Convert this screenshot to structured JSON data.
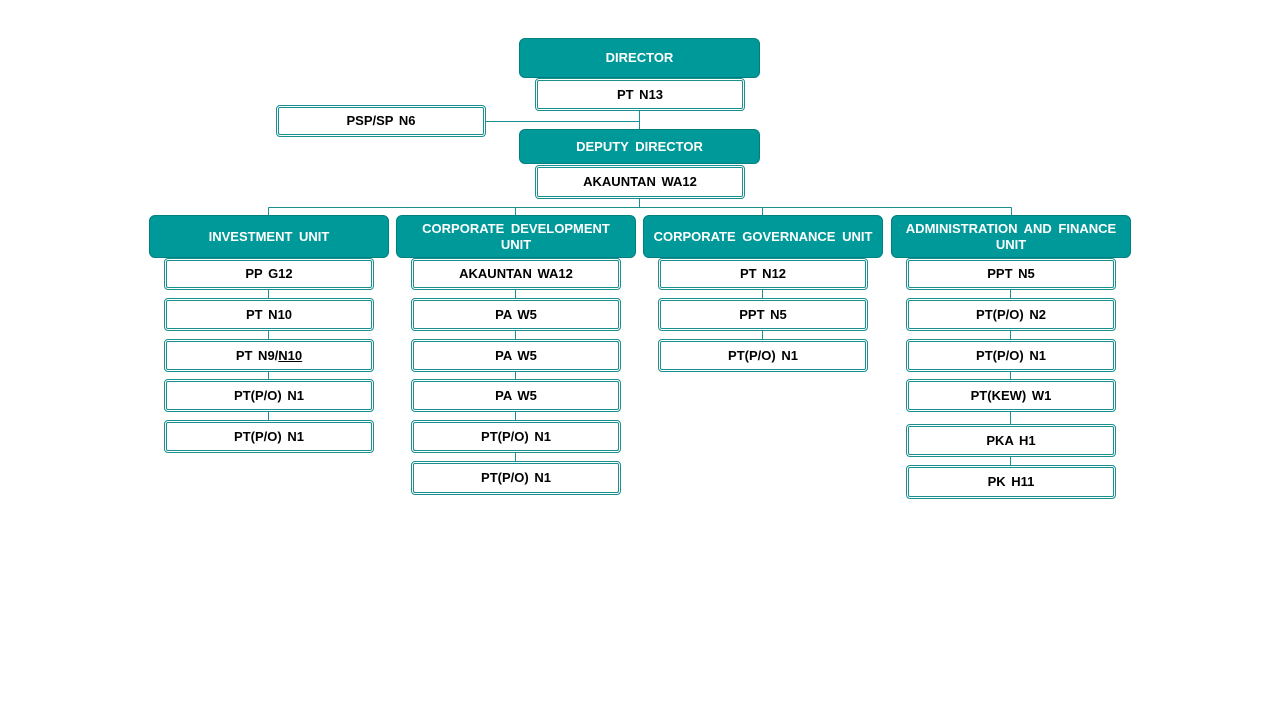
{
  "top": {
    "director": "DIRECTOR",
    "director_post": "PT N13",
    "side_post": "PSP/SP N6",
    "deputy": "DEPUTY DIRECTOR",
    "deputy_post": "AKAUNTAN  WA12"
  },
  "units": [
    {
      "title": "INVESTMENT UNIT",
      "posts": [
        "PP G12",
        "PT N10",
        "PT(P/O) N1",
        "PT(P/O) N1"
      ],
      "post_n9": {
        "prefix": "PT N9/",
        "underlined": "N10"
      }
    },
    {
      "title": "CORPORATE DEVELOPMENT UNIT",
      "posts": [
        "AKAUNTAN  WA12",
        "PA W5",
        "PA W5",
        "PA W5",
        "PT(P/O) N1",
        "PT(P/O) N1"
      ]
    },
    {
      "title": "CORPORATE GOVERNANCE UNIT",
      "posts": [
        "PT N12",
        "PPT N5",
        "PT(P/O) N1"
      ]
    },
    {
      "title": "ADMINISTRATION AND FINANCE UNIT",
      "posts": [
        "PPT N5",
        "PT(P/O) N2",
        "PT(P/O) N1",
        "PT(KEW)  W1",
        "PKA  H1",
        "PK H11"
      ]
    }
  ],
  "colors": {
    "header_fill": "#00999a",
    "line": "#1a8f8f",
    "text": "#000000",
    "header_text": "#ffffff"
  }
}
